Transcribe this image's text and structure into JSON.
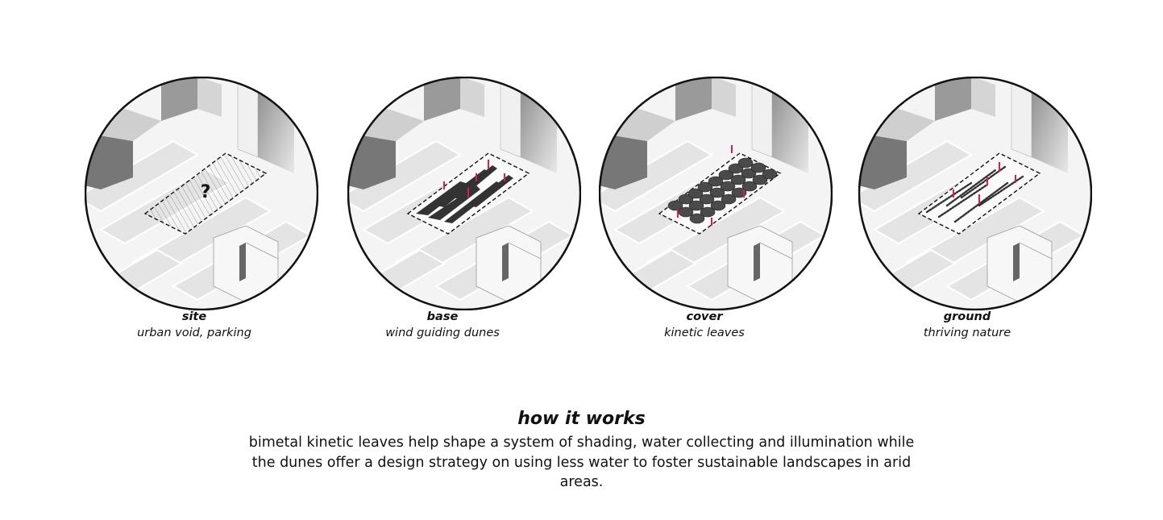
{
  "panels": [
    {
      "id": "site",
      "title": "site",
      "subtitle": "urban void, parking",
      "mark": "?"
    },
    {
      "id": "base",
      "title": "base",
      "subtitle": "wind guiding dunes"
    },
    {
      "id": "cover",
      "title": "cover",
      "subtitle": "kinetic leaves"
    },
    {
      "id": "ground",
      "title": "ground",
      "subtitle": "thriving nature"
    }
  ],
  "explanation": {
    "title": "how it works",
    "body": "bimetal kinetic leaves help shape a system of shading, water collecting and illumination while the dunes offer a design strategy on using less water to foster sustainable landscapes in arid areas."
  },
  "colors": {
    "accent": "#d81b60",
    "outline": "#111111",
    "building": "#d9d9d9",
    "road": "#ececec"
  }
}
